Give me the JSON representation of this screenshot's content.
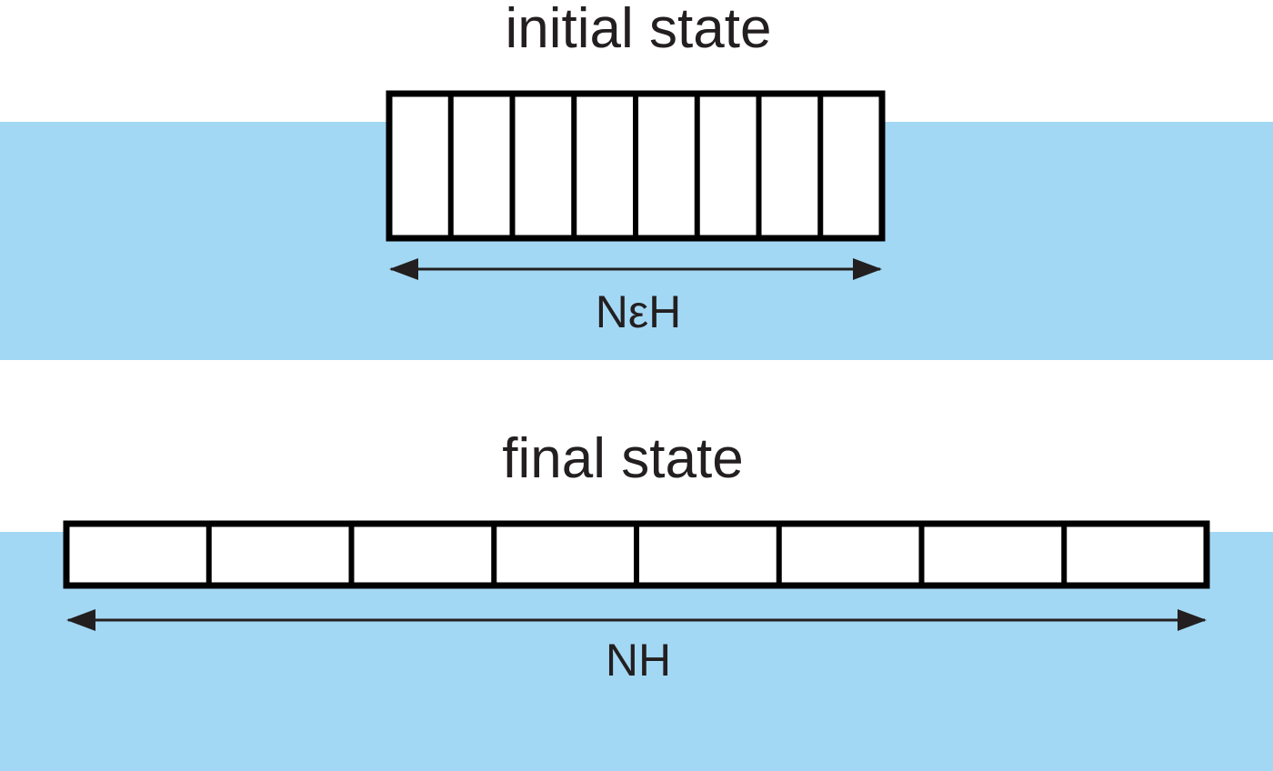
{
  "colors": {
    "water": "#a3d8f4",
    "background": "#ffffff",
    "ink": "#231f20",
    "block_fill": "#ffffff"
  },
  "initial": {
    "title": "initial state",
    "dimension_label": "NεH",
    "block_count": 8
  },
  "final": {
    "title": "final state",
    "dimension_label": "NH",
    "block_count": 8
  }
}
